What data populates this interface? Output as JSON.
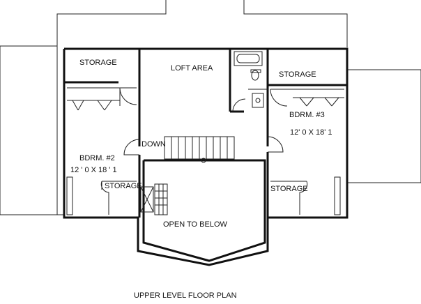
{
  "diagram": {
    "caption": "UPPER LEVEL FLOOR PLAN",
    "rooms": {
      "storage_top_left": "STORAGE",
      "loft_area": "LOFT AREA",
      "storage_top_right": "STORAGE",
      "bedroom_3_name": "BDRM. #3",
      "bedroom_3_size": "12' 0 X 18' 1",
      "bedroom_2_name": "BDRM. #2",
      "bedroom_2_size": "12 ' 0 X 18 ' 1",
      "storage_mid_left": "STORAGE",
      "storage_mid_right": "STORAGE",
      "down_label": "DOWN",
      "open_to_below": "OPEN TO BELOW"
    }
  }
}
